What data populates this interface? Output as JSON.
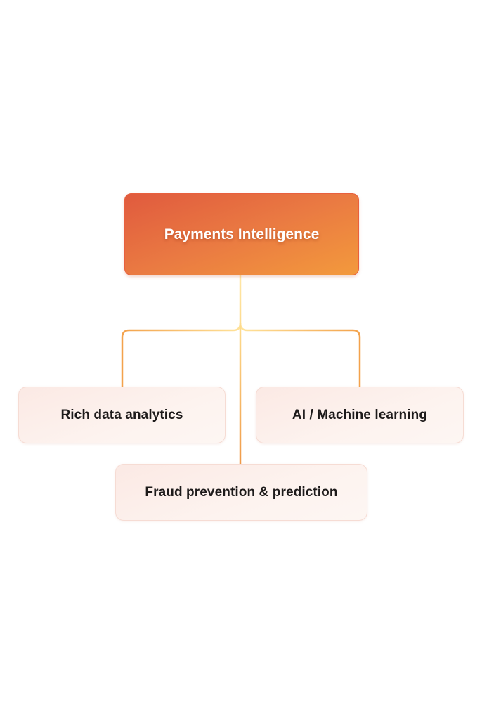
{
  "root": {
    "label": "Payments Intelligence"
  },
  "children": [
    {
      "label": "Rich data analytics"
    },
    {
      "label": "AI / Machine learning"
    },
    {
      "label": "Fraud prevention & prediction"
    }
  ],
  "colors": {
    "root_start": "#e05a3e",
    "root_end": "#f39a3c",
    "line_light": "#ffe49a",
    "line_dark": "#f0a04a",
    "child_bg": "#fbe9e4"
  }
}
